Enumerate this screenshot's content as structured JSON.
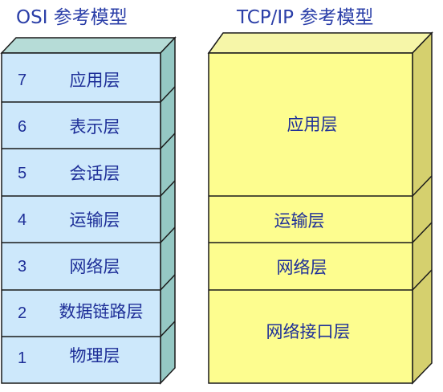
{
  "osi": {
    "title": "OSI 参考模型",
    "layers": [
      {
        "number": "7",
        "name": "应用层"
      },
      {
        "number": "6",
        "name": "表示层"
      },
      {
        "number": "5",
        "name": "会话层"
      },
      {
        "number": "4",
        "name": "运输层"
      },
      {
        "number": "3",
        "name": "网络层"
      },
      {
        "number": "2",
        "name": "数据链路层"
      },
      {
        "number": "1",
        "name": "物理层"
      }
    ],
    "colors": {
      "front": "#cde8fb",
      "top": "#b6dcd7",
      "side": "#95c8c4",
      "stroke": "#1a1a1a"
    }
  },
  "tcpip": {
    "title": "TCP/IP 参考模型",
    "layers": [
      {
        "name": "应用层"
      },
      {
        "name": "运输层"
      },
      {
        "name": "网络层"
      },
      {
        "name": "网络接口层"
      }
    ],
    "colors": {
      "front": "#fdfd8f",
      "top": "#f6f6a8",
      "side": "#d5d06e",
      "stroke": "#1a1a1a"
    }
  },
  "text_color": "#1e2f98",
  "title_color": "#2b3fa8"
}
